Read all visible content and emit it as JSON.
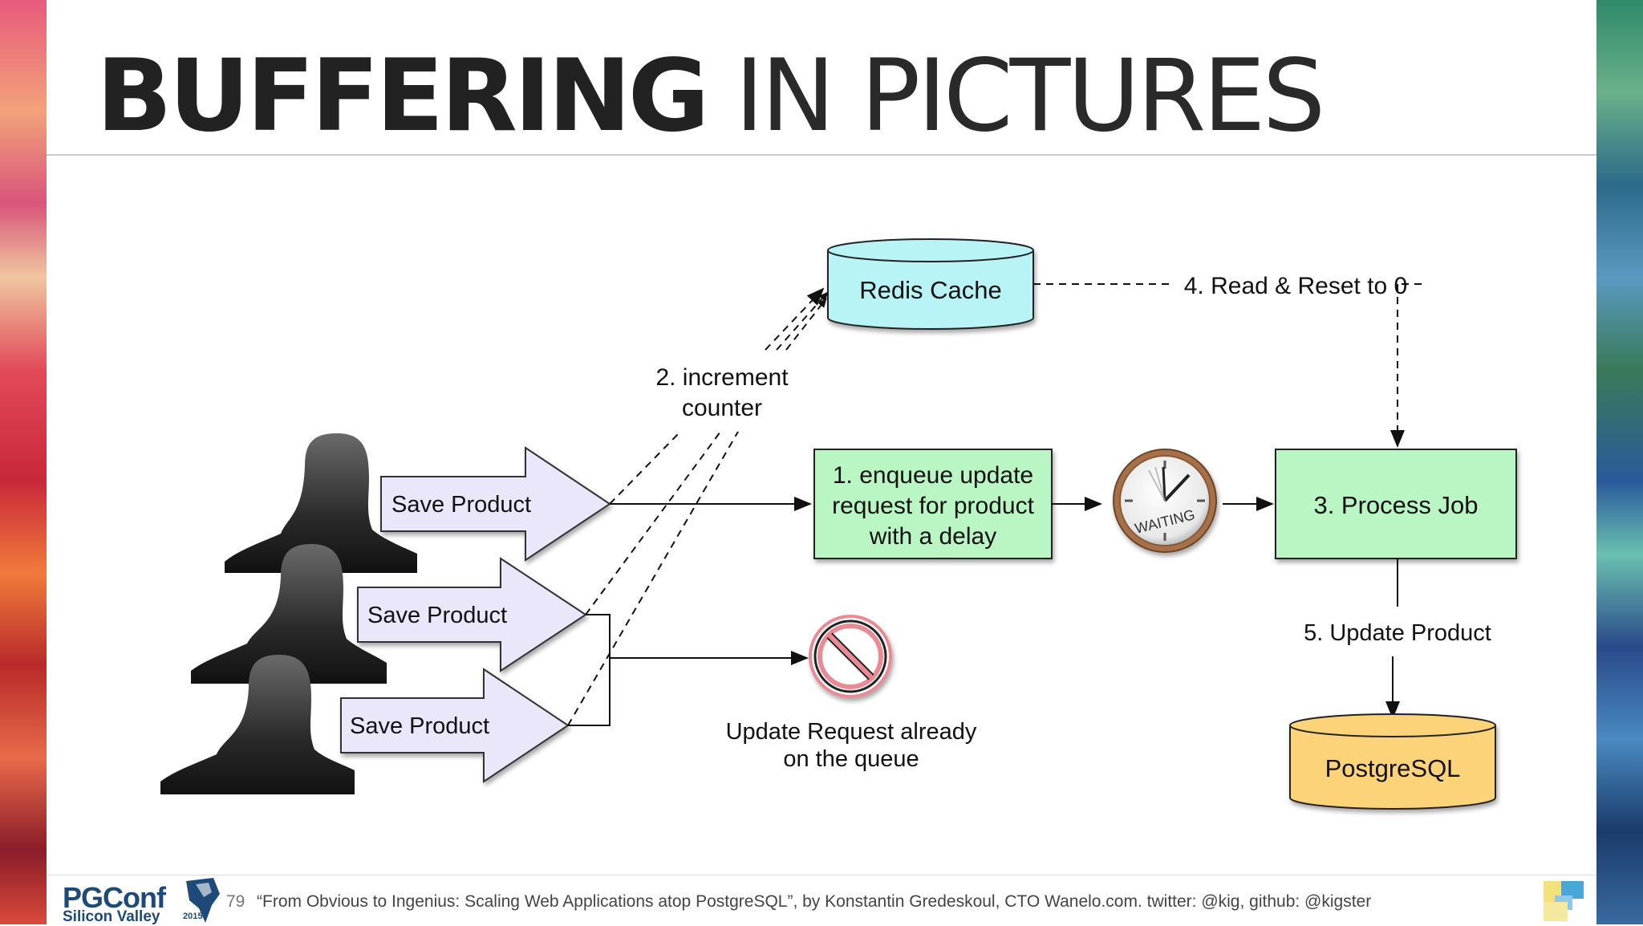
{
  "title": {
    "bold": "BUFFERING",
    "light": "IN PICTURES"
  },
  "nodes": {
    "redis": "Redis Cache",
    "enqueue": [
      "1. enqueue update",
      "request for product",
      "with a delay"
    ],
    "process": "3. Process Job",
    "postgres": "PostgreSQL",
    "waiting": "WAITING"
  },
  "save_product_labels": [
    "Save Product",
    "Save Product",
    "Save Product"
  ],
  "edge_labels": {
    "increment": [
      "2. increment",
      "counter"
    ],
    "read_reset": "4. Read & Reset to 0",
    "update": "5. Update Product",
    "rejected": [
      "Update Request already",
      "on the queue"
    ]
  },
  "footer": {
    "page_number": "79",
    "credit": "“From Obvious to Ingenius: Scaling Web Applications atop PostgreSQL”, by Konstantin Gredeskoul, CTO Wanelo.com. twitter: @kig, github: @kigster",
    "logo_main": "PGConf",
    "logo_sub": "Silicon Valley",
    "logo_year": "2015"
  },
  "colors": {
    "redis_fill": "#b8f3f6",
    "job_fill": "#b9f6c4",
    "postgres_fill": "#fdd37a",
    "arrow_fill": "#ebe7fb",
    "no_sign": "#e98b95"
  },
  "icons": [
    "person-silhouette-icon",
    "clock-icon",
    "no-entry-icon",
    "elephant-icon"
  ]
}
